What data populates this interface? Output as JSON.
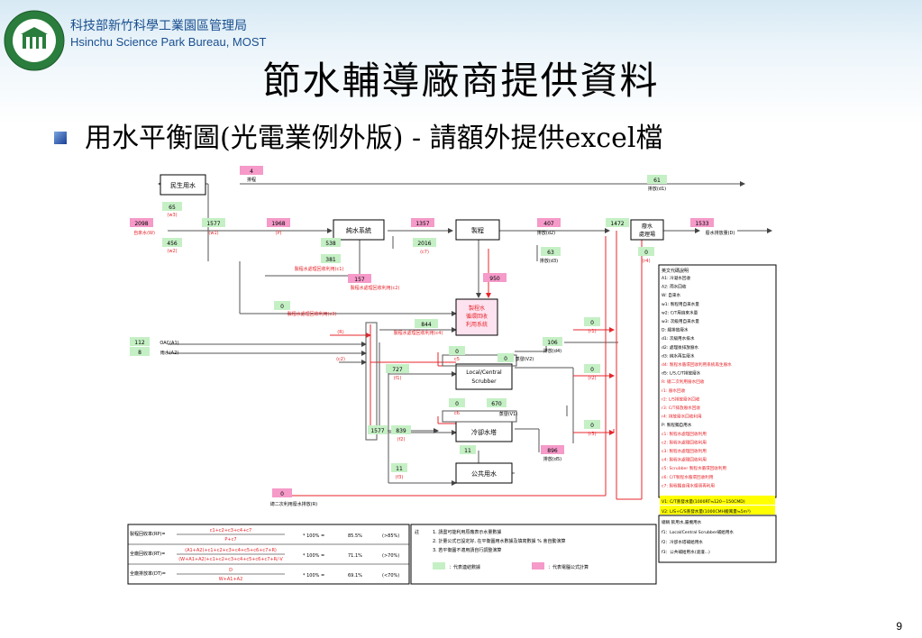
{
  "header": {
    "org_zh": "科技部新竹科學工業園區管理局",
    "org_en": "Hsinchu Science Park Bureau, MOST"
  },
  "title": "節水輔導廠商提供資料",
  "subtitle": "用水平衡圖(光電業例外版) - 請額外提供excel檔",
  "page_number": "9",
  "colors": {
    "pink": "#f59ac9",
    "green": "#c5f0c5",
    "red": "#e8252b",
    "yellow": "#ffff00",
    "title_blue": "#1a4f8f"
  },
  "boxes": {
    "domestic": "民生用水",
    "pure": "純水系統",
    "process": "製程",
    "wastewater_l1": "廢水",
    "wastewater_l2": "處理場",
    "recycle_l1": "製程水",
    "recycle_l2": "循環回收",
    "recycle_l3": "利用系統",
    "scrubber_l1": "Local/Central",
    "scrubber_l2": "Scrubber",
    "cooling": "冷卻水塔",
    "public": "公共用水"
  },
  "values": {
    "top4": "4",
    "w3": "65",
    "sum2098": "2098",
    "w1": "1577",
    "P": "1968",
    "w2": "456",
    "pure_out": "538",
    "c1": "381",
    "c2": "157",
    "to_proc": "1357",
    "c7": "2016",
    "d2": "407",
    "d3": "63",
    "ww_in": "1472",
    "d1": "61",
    "D": "1533",
    "r4": "0",
    "c3": "0",
    "r_in": "950",
    "c4": "844",
    "A1": "112",
    "A2": "8",
    "d4": "106",
    "r1": "0",
    "c5": "0",
    "s_ev": "0",
    "f1": "727",
    "r2": "0",
    "c6": "0",
    "V1": "670",
    "f2": "839",
    "sum1577": "1577",
    "r3": "0",
    "d5": "896",
    "f3": "11",
    "f3b": "11",
    "bot": "0"
  },
  "labels": {
    "d1": "排放(d1)",
    "w3": "(w3)",
    "tap": "自來水(W)",
    "w1": "(w1)",
    "P": "(P)",
    "w2": "(w2)",
    "c1": "製程水處理回收利用(c1)",
    "c2": "製程水處理回收利用(c2)",
    "c7": "(c7)",
    "d2": "排放(d2)",
    "d3": "排放(d3)",
    "D": "廢水排放量(D)",
    "r4": "(r4)",
    "c3": "製程水處理回收利用(c3)",
    "c4": "製程水處理回收利用(c4)",
    "R": "(R)",
    "A1": "OAC(A1)",
    "A2": "雨水(A2)",
    "c2b": "(c2)",
    "d4": "排放(d4)",
    "r1": "(r1)",
    "c5": "c5",
    "V2": "蒸發(V2)",
    "f1": "(f1)",
    "r2": "(r2)",
    "c6": "c6",
    "V1": "蒸發(V1)",
    "f2": "(f2)",
    "r3": "(r3)",
    "d5": "排放(d5)",
    "f3": "(f3)",
    "bottom": "總二次利用廢水排放(R)",
    "top": "排程",
    "sum": "2098"
  },
  "legend": {
    "title": "英文代碼說明",
    "items": [
      "A1: 冷凝水回收",
      "A2: 雨水回收",
      "W: 自來水",
      "w1: 製程用自來水量",
      "w2: C/T用自來水量",
      "w3: 次級用自來水量",
      "D: 總排放廢水",
      "d1: 次級用水排水",
      "d2: 處理後排放廢水",
      "d3: 純水再生廢水",
      "d4: 製程水循環回收利用系統再生廢水",
      "d5: L/S,C/T排放廢水",
      "R: 總二次利用廢水回收",
      "r1: 廢水回收",
      "r2: L/S排放廢水回收",
      "r3: C/T排放廢水回收",
      "r4: 排放廢水回收利用",
      "P: 製程獨自用水",
      "c1: 製程水處理回收利用",
      "c2: 製程水處理回收利用",
      "c3: 製程水處理回收利用",
      "c4: 製程水處理回收利用",
      "c5: Scrubber 製程水循環回收利用",
      "c6: C/T製程水循環回收利用",
      "c7: 製程獨自用水循環再利用"
    ],
    "highlight1": "V1: C/T蒸發水量(1000RT≒120－150CMD)",
    "highlight2": "V2: L/S+C/S蒸發水量(1000CMH搬風量≒5m³)",
    "tail": [
      "總稱  飲用水,屬機用水",
      "f1：Local/Central Scrubber補給用水",
      "f2：冷卻水塔補給用水",
      "f3：公共補給用水(澆灌...)"
    ]
  },
  "formulas": {
    "rp_name": "製程回收率(RP)=",
    "rp_num": "c1+c2+c3+c4+c7",
    "rp_den": "P+c7",
    "rp_pct": "* 100% =",
    "rp_val": "85.5%",
    "rp_tgt": "(>85%)",
    "rt_name": "全廠回收率(RT)=",
    "rt_num": "(A1+A2)+c1+c2+c3+c4+c5+c6+c7+R)",
    "rt_den": "(W+A1+A2)+c1+c2+c3+c4+c5+c6+c7+R/-V",
    "rt_pct": "* 100% =",
    "rt_val": "71.1%",
    "rt_tgt": "(>70%)",
    "dt_name": "全廠排放率(DT)=",
    "dt_num": "D",
    "dt_den": "W+A1+A2",
    "dt_pct": "* 100% =",
    "dt_val": "69.1%",
    "dt_tgt": "(<70%)"
  },
  "notes": {
    "label": "註",
    "n1": "1. 請盡可能利用原廠表示水量數據",
    "n2": "2. 計量公式已設定好, 在平衡圖用水數據及填寫數據 % 會自動演算",
    "n3": "3. 若平衡圖不適用請自行調整演算",
    "key_green": "：代表連結數據",
    "key_pink": "：代表電腦公式計算"
  }
}
